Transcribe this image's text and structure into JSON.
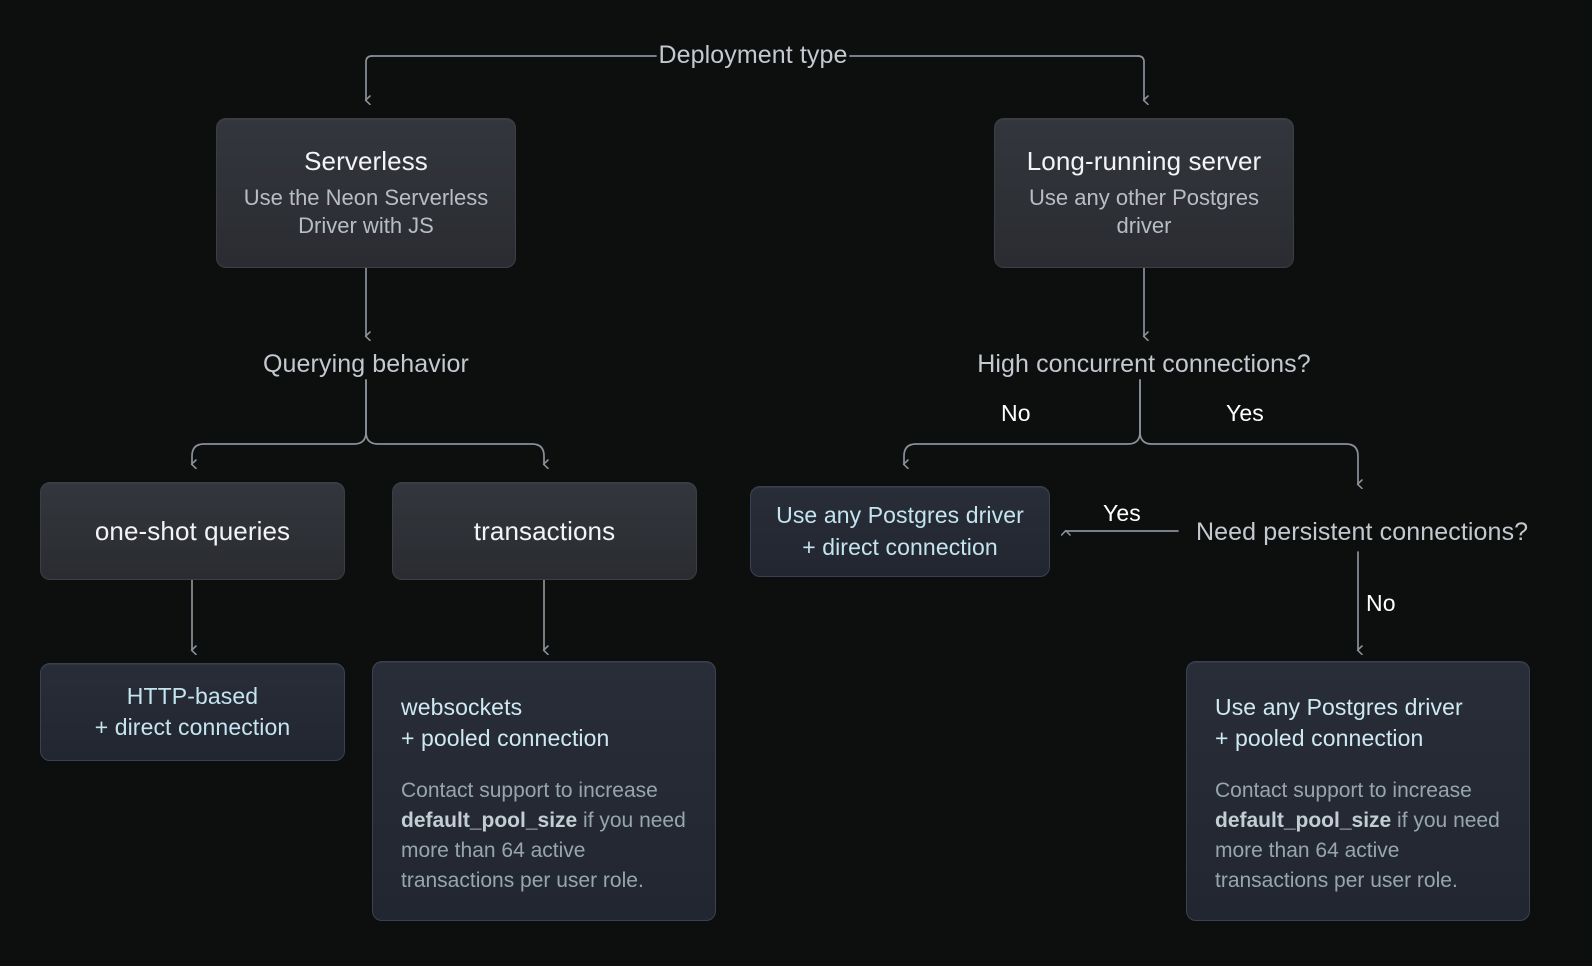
{
  "diagram": {
    "root_label": "Deployment type",
    "branch_labels": {
      "high_no": "No",
      "high_yes": "Yes",
      "persist_yes": "Yes",
      "persist_no": "No"
    },
    "decisions": {
      "querying_behavior": "Querying behavior",
      "high_concurrent": "High concurrent connections?",
      "need_persistent": "Need persistent connections?"
    },
    "nodes": {
      "serverless": {
        "title": "Serverless",
        "sub": "Use the Neon Serverless Driver with JS"
      },
      "long_running": {
        "title": "Long-running server",
        "sub": "Use any other Postgres driver"
      },
      "one_shot": {
        "title": "one-shot queries"
      },
      "transactions": {
        "title": "transactions"
      },
      "http_direct": {
        "title": "HTTP-based\n+ direct connection"
      },
      "websockets_pooled": {
        "title": "websockets\n+ pooled connection",
        "note_pre": "Contact support to increase ",
        "note_code": "default_pool_size",
        "note_post": " if you need more than 64 active transactions per user role."
      },
      "pg_direct": {
        "title": "Use any Postgres driver\n+ direct connection"
      },
      "pg_pooled": {
        "title": "Use any Postgres driver\n+ pooled connection",
        "note_pre": "Contact support to increase ",
        "note_code": "default_pool_size",
        "note_post": " if you need more than 64 active transactions per user role."
      }
    },
    "colors": {
      "background": "#0d0e0e",
      "node_plain_bg": "#2e3136",
      "node_accent_bg": "#252933",
      "edge_stroke": "#8a9199",
      "accent_text": "#c4e4ef",
      "muted_text": "#b8bdc4"
    }
  }
}
